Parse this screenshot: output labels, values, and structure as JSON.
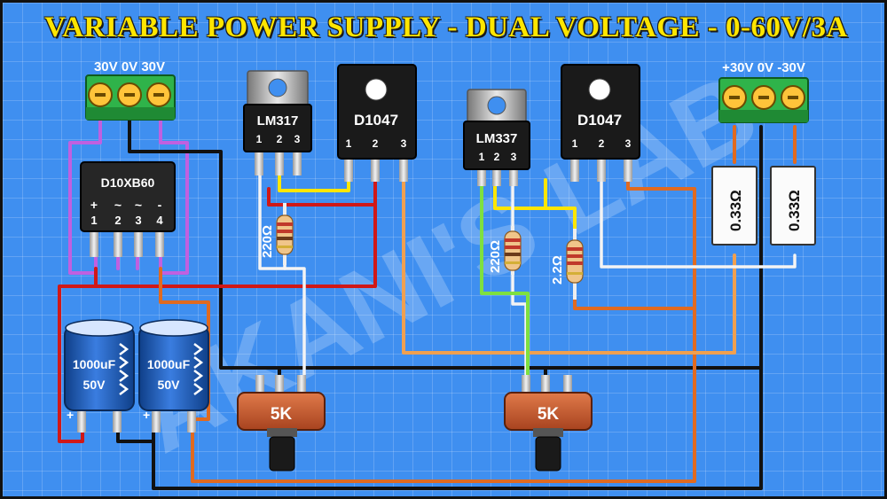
{
  "title": "VARIABLE  POWER SUPPLY  -  DUAL VOLTAGE  -  0-60V/3A",
  "watermark": "AKANI'S LAB",
  "input_terminal": {
    "label": "30V 0V 30V"
  },
  "output_terminal": {
    "label": "+30V 0V -30V"
  },
  "bridge": {
    "name": "D10XB60",
    "pin_symbols": [
      "+",
      "~",
      "~",
      "-"
    ],
    "pin_numbers": [
      "1",
      "2",
      "3",
      "4"
    ]
  },
  "regulator_pos": {
    "name": "LM317",
    "pins": [
      "1",
      "2",
      "3"
    ]
  },
  "regulator_neg": {
    "name": "LM337",
    "pins": [
      "1",
      "2",
      "3"
    ]
  },
  "transistor_1": {
    "name": "D1047",
    "pins": [
      "1",
      "2",
      "3"
    ]
  },
  "transistor_2": {
    "name": "D1047",
    "pins": [
      "1",
      "2",
      "3"
    ]
  },
  "resistor_220_a": {
    "label": "220Ω"
  },
  "resistor_220_b": {
    "label": "220Ω"
  },
  "resistor_2k2": {
    "label": "2.2Ω"
  },
  "resistor_033_a": {
    "label": "0.33Ω"
  },
  "resistor_033_b": {
    "label": "0.33Ω"
  },
  "capacitor_1": {
    "value": "1000uF",
    "voltage": "50V",
    "polarity_plus": "+"
  },
  "capacitor_2": {
    "value": "1000uF",
    "voltage": "50V",
    "polarity_plus": "+"
  },
  "pot_1": {
    "label": "5K"
  },
  "pot_2": {
    "label": "5K"
  },
  "colors": {
    "background": "#3f8ff0",
    "title": "#ffe600",
    "terminal": "#2fb34a"
  }
}
